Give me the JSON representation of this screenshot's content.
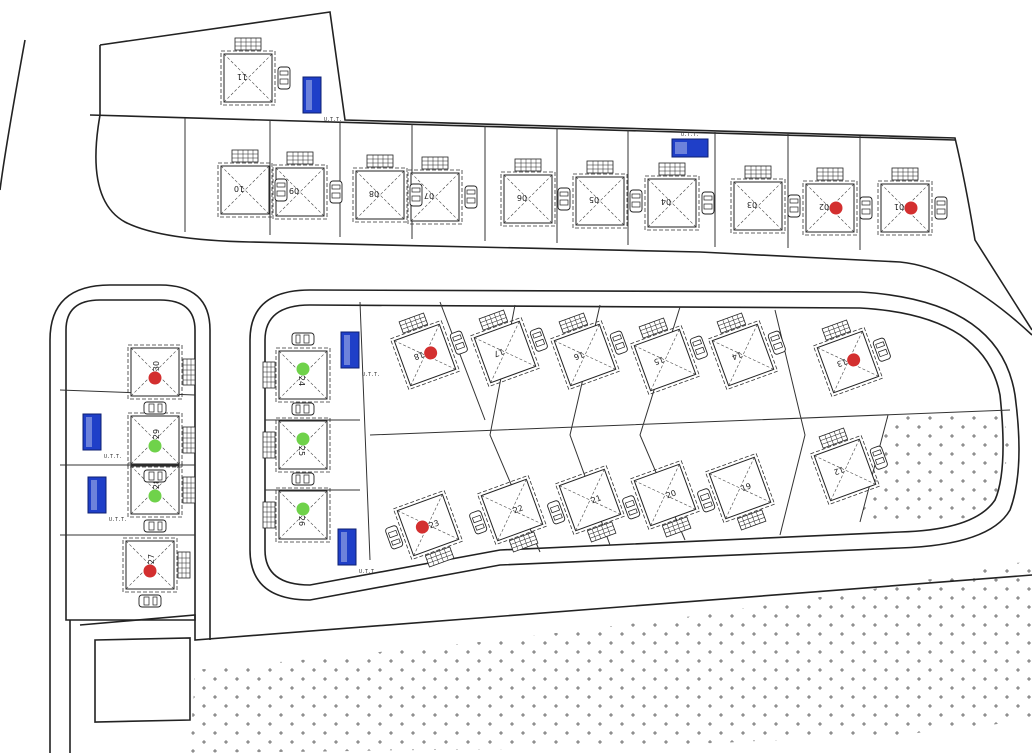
{
  "colors": {
    "red_marker": "#d32f2f",
    "green_marker": "#6fd24a",
    "blue_unit": "#1f3fc8",
    "line": "#222222",
    "landscape": "#222222"
  },
  "plots": [
    {
      "id": "p01",
      "label": "01",
      "rot": 180,
      "marker": "red"
    },
    {
      "id": "p02",
      "label": "02",
      "rot": 180,
      "marker": "red"
    },
    {
      "id": "p03",
      "label": "03",
      "rot": 180,
      "marker": ""
    },
    {
      "id": "p04",
      "label": "04",
      "rot": 180,
      "marker": ""
    },
    {
      "id": "p05",
      "label": "05",
      "rot": 180,
      "marker": ""
    },
    {
      "id": "p06",
      "label": "06",
      "rot": 180,
      "marker": ""
    },
    {
      "id": "p07",
      "label": "07",
      "rot": 180,
      "marker": ""
    },
    {
      "id": "p08",
      "label": "08",
      "rot": 180,
      "marker": ""
    },
    {
      "id": "p09",
      "label": "09",
      "rot": 180,
      "marker": ""
    },
    {
      "id": "p10",
      "label": "10",
      "rot": 180,
      "marker": ""
    },
    {
      "id": "p11",
      "label": "11",
      "rot": 180,
      "marker": ""
    },
    {
      "id": "p12",
      "label": "12",
      "rot": 160,
      "marker": ""
    },
    {
      "id": "p13",
      "label": "13",
      "rot": 160,
      "marker": "red"
    },
    {
      "id": "p14",
      "label": "14",
      "rot": 160,
      "marker": ""
    },
    {
      "id": "p15",
      "label": "15",
      "rot": 160,
      "marker": ""
    },
    {
      "id": "p16",
      "label": "16",
      "rot": 160,
      "marker": ""
    },
    {
      "id": "p17",
      "label": "17",
      "rot": 160,
      "marker": ""
    },
    {
      "id": "p18",
      "label": "18",
      "rot": 160,
      "marker": "red"
    },
    {
      "id": "p19",
      "label": "19",
      "rot": -20,
      "marker": ""
    },
    {
      "id": "p20",
      "label": "20",
      "rot": -20,
      "marker": ""
    },
    {
      "id": "p21",
      "label": "21",
      "rot": -20,
      "marker": ""
    },
    {
      "id": "p22",
      "label": "22",
      "rot": -20,
      "marker": ""
    },
    {
      "id": "p23",
      "label": "23",
      "rot": -20,
      "marker": "red"
    },
    {
      "id": "p24",
      "label": "24",
      "rot": 90,
      "marker": "green"
    },
    {
      "id": "p25",
      "label": "25",
      "rot": 90,
      "marker": "green"
    },
    {
      "id": "p26",
      "label": "26",
      "rot": 90,
      "marker": "green"
    },
    {
      "id": "p27",
      "label": "27",
      "rot": -90,
      "marker": "red"
    },
    {
      "id": "p28",
      "label": "28",
      "rot": -90,
      "marker": "green"
    },
    {
      "id": "p29",
      "label": "29",
      "rot": -90,
      "marker": "green"
    },
    {
      "id": "p30",
      "label": "30",
      "rot": -90,
      "marker": "red"
    }
  ],
  "blue_units": [
    {
      "id": "b1",
      "label": "U.T.T."
    },
    {
      "id": "b2",
      "label": "U.T.T."
    },
    {
      "id": "b3",
      "label": "U.T.T."
    },
    {
      "id": "b4",
      "label": "U.T.T."
    },
    {
      "id": "b5",
      "label": "U.T.T."
    },
    {
      "id": "b6",
      "label": "U.T.T."
    }
  ]
}
